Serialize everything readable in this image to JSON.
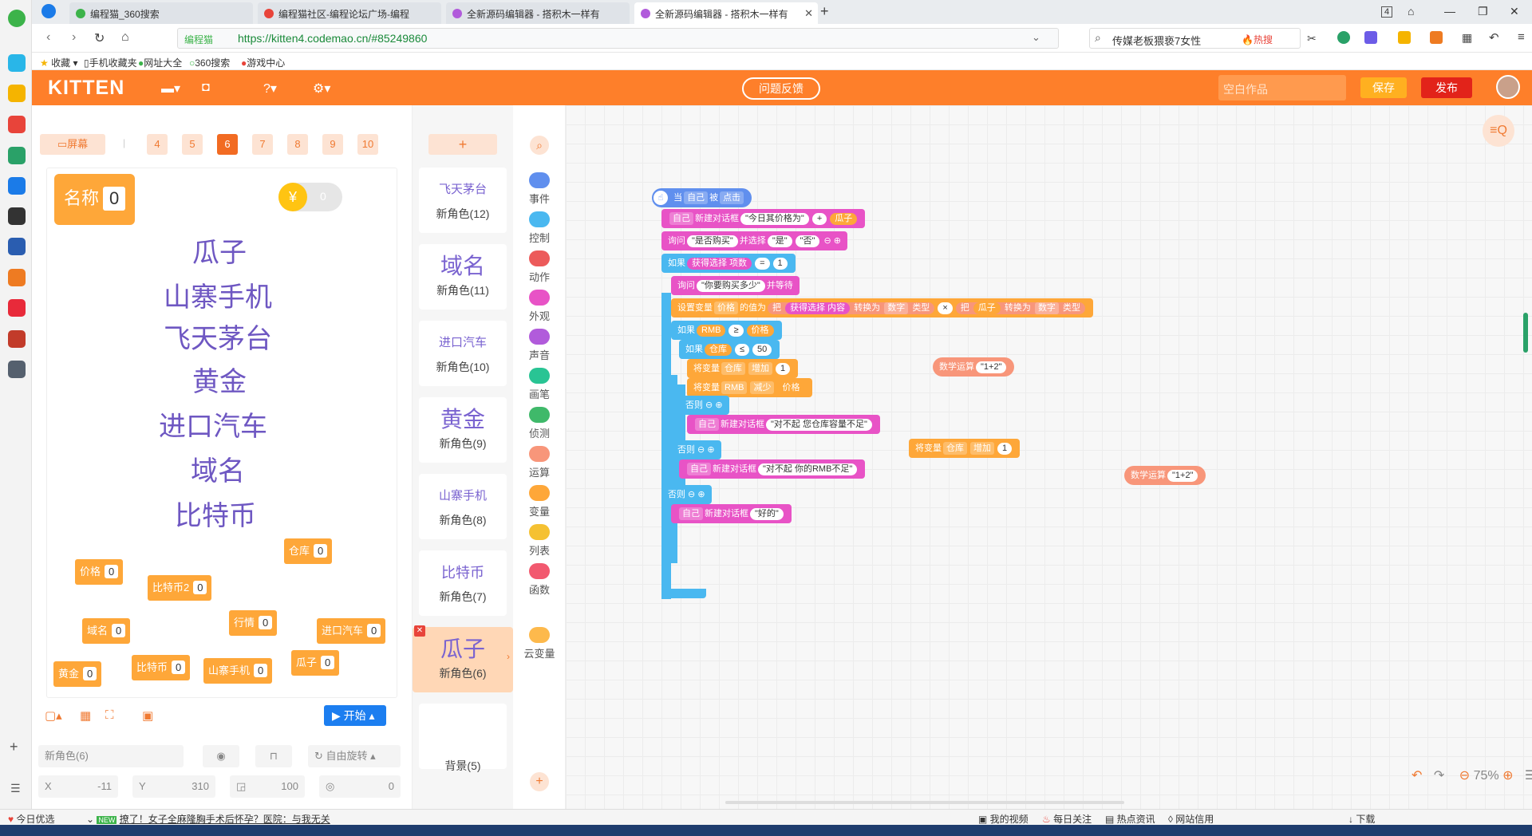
{
  "browser": {
    "tabs": [
      {
        "title": "编程猫_360搜索",
        "active": false
      },
      {
        "title": "编程猫社区-编程论坛广场-编程",
        "active": false
      },
      {
        "title": "全新源码编辑器 - 搭积木一样有",
        "active": false
      },
      {
        "title": "全新源码编辑器 - 搭积木一样有",
        "active": true
      }
    ],
    "new_tab": "+",
    "tab_count": "4",
    "site_label": "编程猫",
    "url": "https://kitten4.codemao.cn/#85249860",
    "search_text": "传媒老板猥亵7女性",
    "search_badge": "🔥热搜",
    "bookmarks": [
      "收藏",
      "手机收藏夹",
      "网址大全",
      "360搜索",
      "游戏中心"
    ]
  },
  "app": {
    "logo": "KITTEN",
    "feedback": "问题反馈",
    "work_title_placeholder": "空白作品",
    "save": "保存",
    "publish": "发布"
  },
  "stage_panel": {
    "fullscreen": "屏幕",
    "pages": [
      "4",
      "5",
      "6",
      "7",
      "8",
      "9",
      "10"
    ],
    "active_page": "6",
    "name_chip": {
      "label": "名称",
      "value": "0"
    },
    "coin_value": "0",
    "stage_texts": [
      "瓜子",
      "山寨手机",
      "飞天茅台",
      "黄金",
      "进口汽车",
      "域名",
      "比特币"
    ],
    "vars": [
      {
        "label": "仓库",
        "value": "0"
      },
      {
        "label": "价格",
        "value": "0"
      },
      {
        "label": "比特币2",
        "value": "0"
      },
      {
        "label": "行情",
        "value": "0"
      },
      {
        "label": "进口汽车",
        "value": "0"
      },
      {
        "label": "域名",
        "value": "0"
      },
      {
        "label": "比特币",
        "value": "0"
      },
      {
        "label": "山寨手机",
        "value": "0"
      },
      {
        "label": "瓜子",
        "value": "0"
      },
      {
        "label": "黄金",
        "value": "0"
      }
    ],
    "start": "开始",
    "sprite_name": "新角色(6)",
    "rotation": "自由旋转",
    "x_label": "X",
    "x_value": "-11",
    "y_label": "Y",
    "y_value": "310",
    "size_value": "100",
    "direction_value": "0"
  },
  "sprites": {
    "add": "+",
    "items": [
      {
        "text": "飞天茅台",
        "name": "新角色(12)"
      },
      {
        "text": "域名",
        "name": "新角色(11)"
      },
      {
        "text": "进口汽车",
        "name": "新角色(10)"
      },
      {
        "text": "黄金",
        "name": "新角色(9)"
      },
      {
        "text": "山寨手机",
        "name": "新角色(8)"
      },
      {
        "text": "比特币",
        "name": "新角色(7)"
      },
      {
        "text": "瓜子",
        "name": "新角色(6)"
      }
    ],
    "background": "背景(5)"
  },
  "categories": [
    {
      "label": "事件",
      "color": "#608fee"
    },
    {
      "label": "控制",
      "color": "#4ab8f0"
    },
    {
      "label": "动作",
      "color": "#ec5a5a"
    },
    {
      "label": "外观",
      "color": "#e853c6"
    },
    {
      "label": "声音",
      "color": "#b15bdb"
    },
    {
      "label": "画笔",
      "color": "#29c494"
    },
    {
      "label": "侦测",
      "color": "#3fb96a"
    },
    {
      "label": "运算",
      "color": "#f8967a"
    },
    {
      "label": "变量",
      "color": "#fea739"
    },
    {
      "label": "列表",
      "color": "#f5c132"
    },
    {
      "label": "函数",
      "color": "#f2596f"
    },
    {
      "label": "云变量",
      "color": "#fdb94c"
    }
  ],
  "code": {
    "hat": {
      "when": "当",
      "self": "自己",
      "was": "被",
      "clicked": "点击"
    },
    "b1": {
      "self": "自己",
      "action": "新建对话框",
      "str": "\"今日其价格为\"",
      "plus": "+",
      "var": "瓜子"
    },
    "b2": {
      "ask": "询问",
      "q": "\"是否购买\"",
      "choose": "并选择",
      "o1": "\"是\"",
      "o2": "\"否\""
    },
    "b3": {
      "if": "如果",
      "get": "获得选择",
      "kind": "项数",
      "eq": "=",
      "n": "1"
    },
    "b4": {
      "ask": "询问",
      "q": "\"你要购买多少\"",
      "wait": "并等待"
    },
    "b5": {
      "set": "设置变量",
      "var": "价格",
      "to": "的值为",
      "take": "把",
      "get": "获得选择",
      "content": "内容",
      "conv": "转换为",
      "num": "数字",
      "type": "类型",
      "mul": "×",
      "take2": "把",
      "var2": "瓜子",
      "conv2": "转换为",
      "num2": "数字",
      "type2": "类型"
    },
    "b6": {
      "if": "如果",
      "rmb": "RMB",
      "ge": "≥",
      "price": "价格"
    },
    "b7": {
      "if": "如果",
      "store": "仓库",
      "le": "≤",
      "n": "50"
    },
    "b8": {
      "chg": "将变量",
      "var": "仓库",
      "inc": "增加",
      "n": "1"
    },
    "b9": {
      "chg": "将变量",
      "var": "RMB",
      "dec": "减少",
      "price": "价格"
    },
    "else1": "否则",
    "b10": {
      "self": "自己",
      "action": "新建对话框",
      "str": "\"对不起 您仓库容量不足\""
    },
    "else2": "否则",
    "b11": {
      "self": "自己",
      "action": "新建对话框",
      "str": "\"对不起 你的RMB不足\""
    },
    "else3": "否则",
    "b12": {
      "self": "自己",
      "action": "新建对话框",
      "str": "\"好的\""
    },
    "loose1": {
      "label": "数学运算",
      "expr": "\"1+2\""
    },
    "loose2": {
      "chg": "将变量",
      "var": "仓库",
      "inc": "增加",
      "n": "1"
    },
    "loose3": {
      "label": "数学运算",
      "expr": "\"1+2\""
    },
    "zoom": "75%"
  },
  "status": {
    "today": "今日优选",
    "news": "撩了！女子全麻隆胸手术后怀孕？医院：与我无关",
    "links": [
      "我的视频",
      "每日关注",
      "热点资讯",
      "网站信用",
      "下载"
    ]
  }
}
